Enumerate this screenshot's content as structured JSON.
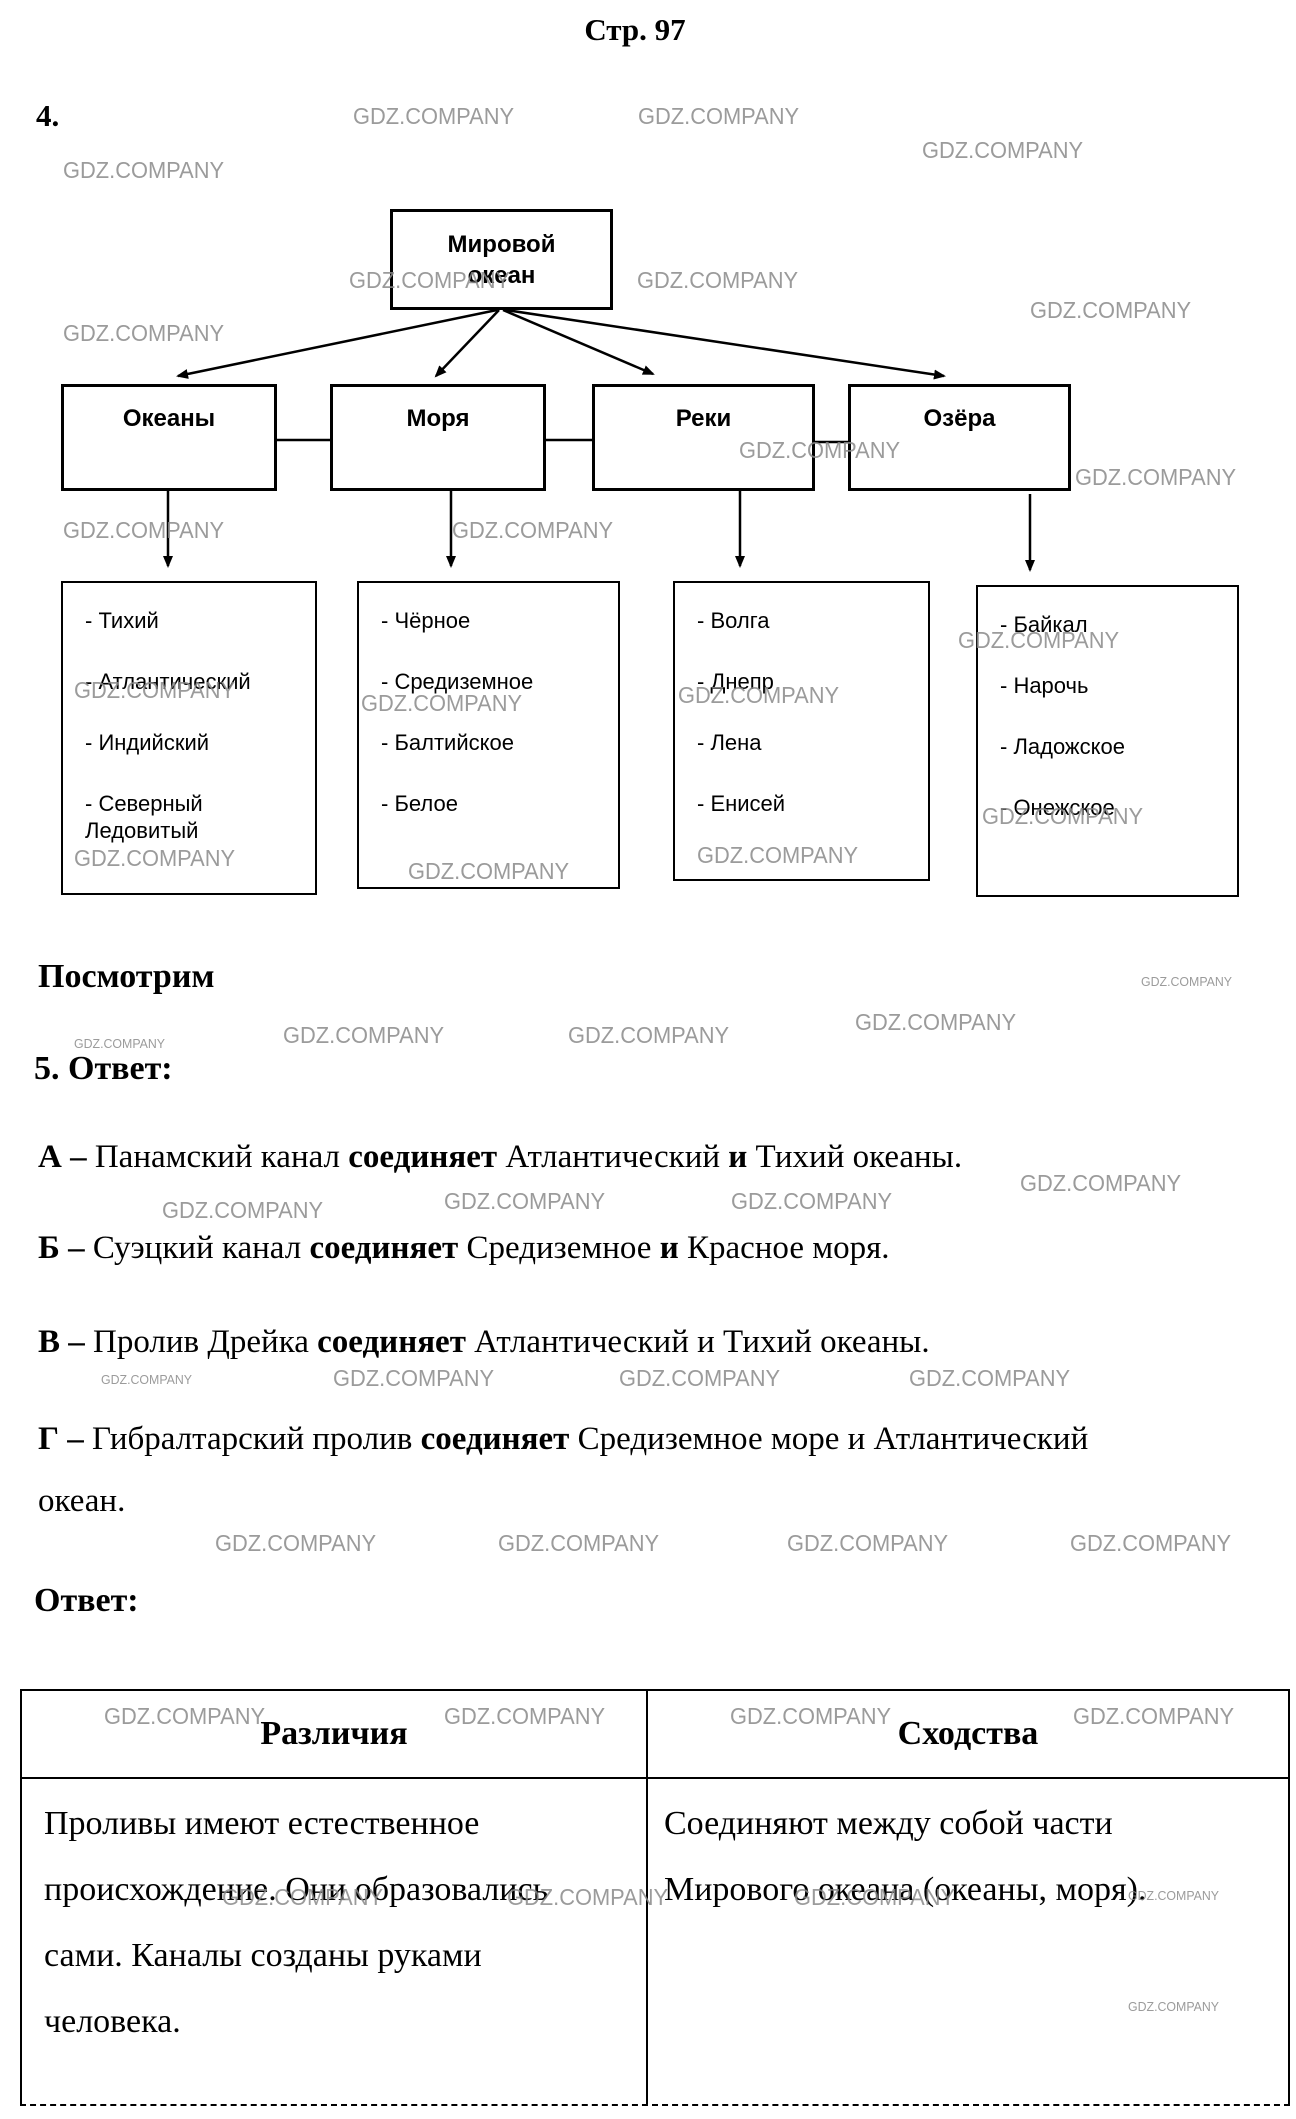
{
  "page": {
    "title": "Стр. 97",
    "task4_label": "4.",
    "look_label": "Посмотрим",
    "task5_label": "5. Ответ:",
    "answer_label": "Ответ:"
  },
  "watermark": {
    "text": "GDZ.COMPANY",
    "positions": [
      [
        353,
        103,
        23
      ],
      [
        638,
        103,
        23
      ],
      [
        922,
        137,
        23
      ],
      [
        63,
        157,
        23
      ],
      [
        349,
        267,
        23
      ],
      [
        637,
        267,
        23
      ],
      [
        1030,
        297,
        23
      ],
      [
        63,
        320,
        23
      ],
      [
        739,
        437,
        23
      ],
      [
        1075,
        464,
        23
      ],
      [
        63,
        517,
        23
      ],
      [
        452,
        517,
        23
      ],
      [
        958,
        627,
        23
      ],
      [
        74,
        677,
        23
      ],
      [
        361,
        690,
        23
      ],
      [
        678,
        682,
        23
      ],
      [
        982,
        803,
        23
      ],
      [
        74,
        845,
        23
      ],
      [
        408,
        858,
        23
      ],
      [
        697,
        842,
        23
      ],
      [
        1141,
        974,
        13
      ],
      [
        74,
        1036,
        13
      ],
      [
        283,
        1022,
        23
      ],
      [
        568,
        1022,
        23
      ],
      [
        855,
        1009,
        23
      ],
      [
        1020,
        1170,
        23
      ],
      [
        162,
        1197,
        23
      ],
      [
        444,
        1188,
        23
      ],
      [
        731,
        1188,
        23
      ],
      [
        101,
        1372,
        13
      ],
      [
        333,
        1365,
        23
      ],
      [
        619,
        1365,
        23
      ],
      [
        909,
        1365,
        23
      ],
      [
        215,
        1530,
        23
      ],
      [
        498,
        1530,
        23
      ],
      [
        787,
        1530,
        23
      ],
      [
        1070,
        1530,
        23
      ],
      [
        104,
        1703,
        23
      ],
      [
        444,
        1703,
        23
      ],
      [
        730,
        1703,
        23
      ],
      [
        1073,
        1703,
        23
      ],
      [
        222,
        1884,
        23
      ],
      [
        507,
        1884,
        23
      ],
      [
        794,
        1884,
        23
      ],
      [
        1128,
        1888,
        13
      ],
      [
        1128,
        1999,
        13
      ]
    ]
  },
  "diagram": {
    "root": "Мировой\nокеан",
    "categories": [
      {
        "label": "Океаны",
        "items": [
          "- Тихий",
          "- Атлантический",
          "- Индийский",
          "- Северный\nЛедовитый"
        ]
      },
      {
        "label": "Моря",
        "items": [
          "- Чёрное",
          "- Средиземное",
          "- Балтийское",
          "- Белое"
        ]
      },
      {
        "label": "Реки",
        "items": [
          "- Волга",
          "- Днепр",
          "- Лена",
          "- Енисей"
        ]
      },
      {
        "label": "Озёра",
        "items": [
          "- Байкал",
          "- Нарочь",
          "- Ладожское",
          "- Онежское"
        ]
      }
    ]
  },
  "answers": [
    {
      "segments": [
        {
          "t": "А – ",
          "bold": true
        },
        {
          "t": "Панамский канал ",
          "bold": false
        },
        {
          "t": "соединяет",
          "bold": true
        },
        {
          "t": " Атлантический ",
          "bold": false
        },
        {
          "t": "и",
          "bold": true
        },
        {
          "t": " Тихий океаны.",
          "bold": false
        }
      ]
    },
    {
      "segments": [
        {
          "t": "Б – ",
          "bold": true
        },
        {
          "t": "Суэцкий канал ",
          "bold": false
        },
        {
          "t": "соединяет",
          "bold": true
        },
        {
          "t": " Средиземное ",
          "bold": false
        },
        {
          "t": "и",
          "bold": true
        },
        {
          "t": " Красное моря.",
          "bold": false
        }
      ]
    },
    {
      "segments": [
        {
          "t": "В – ",
          "bold": true
        },
        {
          "t": "Пролив Дрейка ",
          "bold": false
        },
        {
          "t": "соединяет",
          "bold": true
        },
        {
          "t": " Атлантический и Тихий океаны.",
          "bold": false
        }
      ]
    },
    {
      "segments": [
        {
          "t": "Г – ",
          "bold": true
        },
        {
          "t": "Гибралтарский пролив ",
          "bold": false
        },
        {
          "t": "соединяет",
          "bold": true
        },
        {
          "t": " Средиземное море и Атлантический\nокеан.",
          "bold": false
        }
      ]
    }
  ],
  "table": {
    "headers": [
      "Различия",
      "Сходства"
    ],
    "cells": [
      "Проливы имеют естественное\nпроисхождение. Они образовались\nсами. Каналы созданы руками\nчеловека.",
      "Соединяют между собой части\nМирового океана (океаны, моря)."
    ]
  }
}
